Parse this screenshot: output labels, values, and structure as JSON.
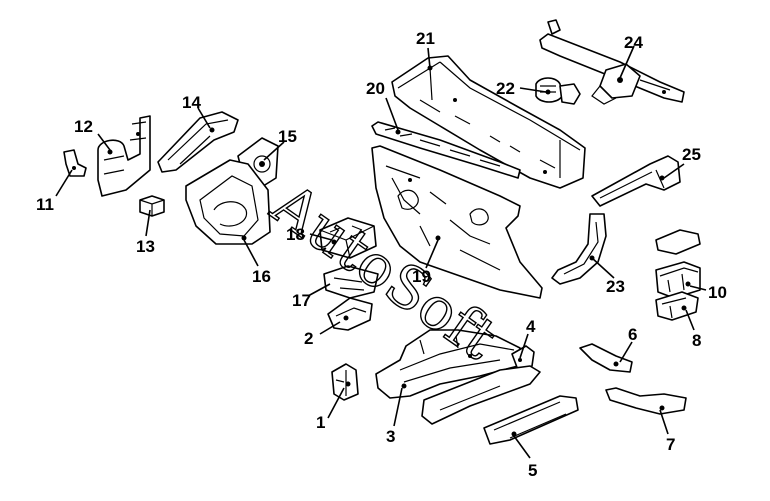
{
  "watermark": "AutoSoft",
  "callouts": {
    "c1": "1",
    "c2": "2",
    "c3": "3",
    "c4": "4",
    "c5": "5",
    "c6": "6",
    "c7": "7",
    "c8": "8",
    "c10": "10",
    "c11": "11",
    "c12": "12",
    "c13": "13",
    "c14": "14",
    "c15": "15",
    "c16": "16",
    "c17": "17",
    "c18": "18",
    "c19": "19",
    "c20": "20",
    "c21": "21",
    "c22": "22",
    "c23": "23",
    "c24": "24",
    "c25": "25"
  },
  "colors": {
    "line": "#000000",
    "background": "#ffffff"
  }
}
